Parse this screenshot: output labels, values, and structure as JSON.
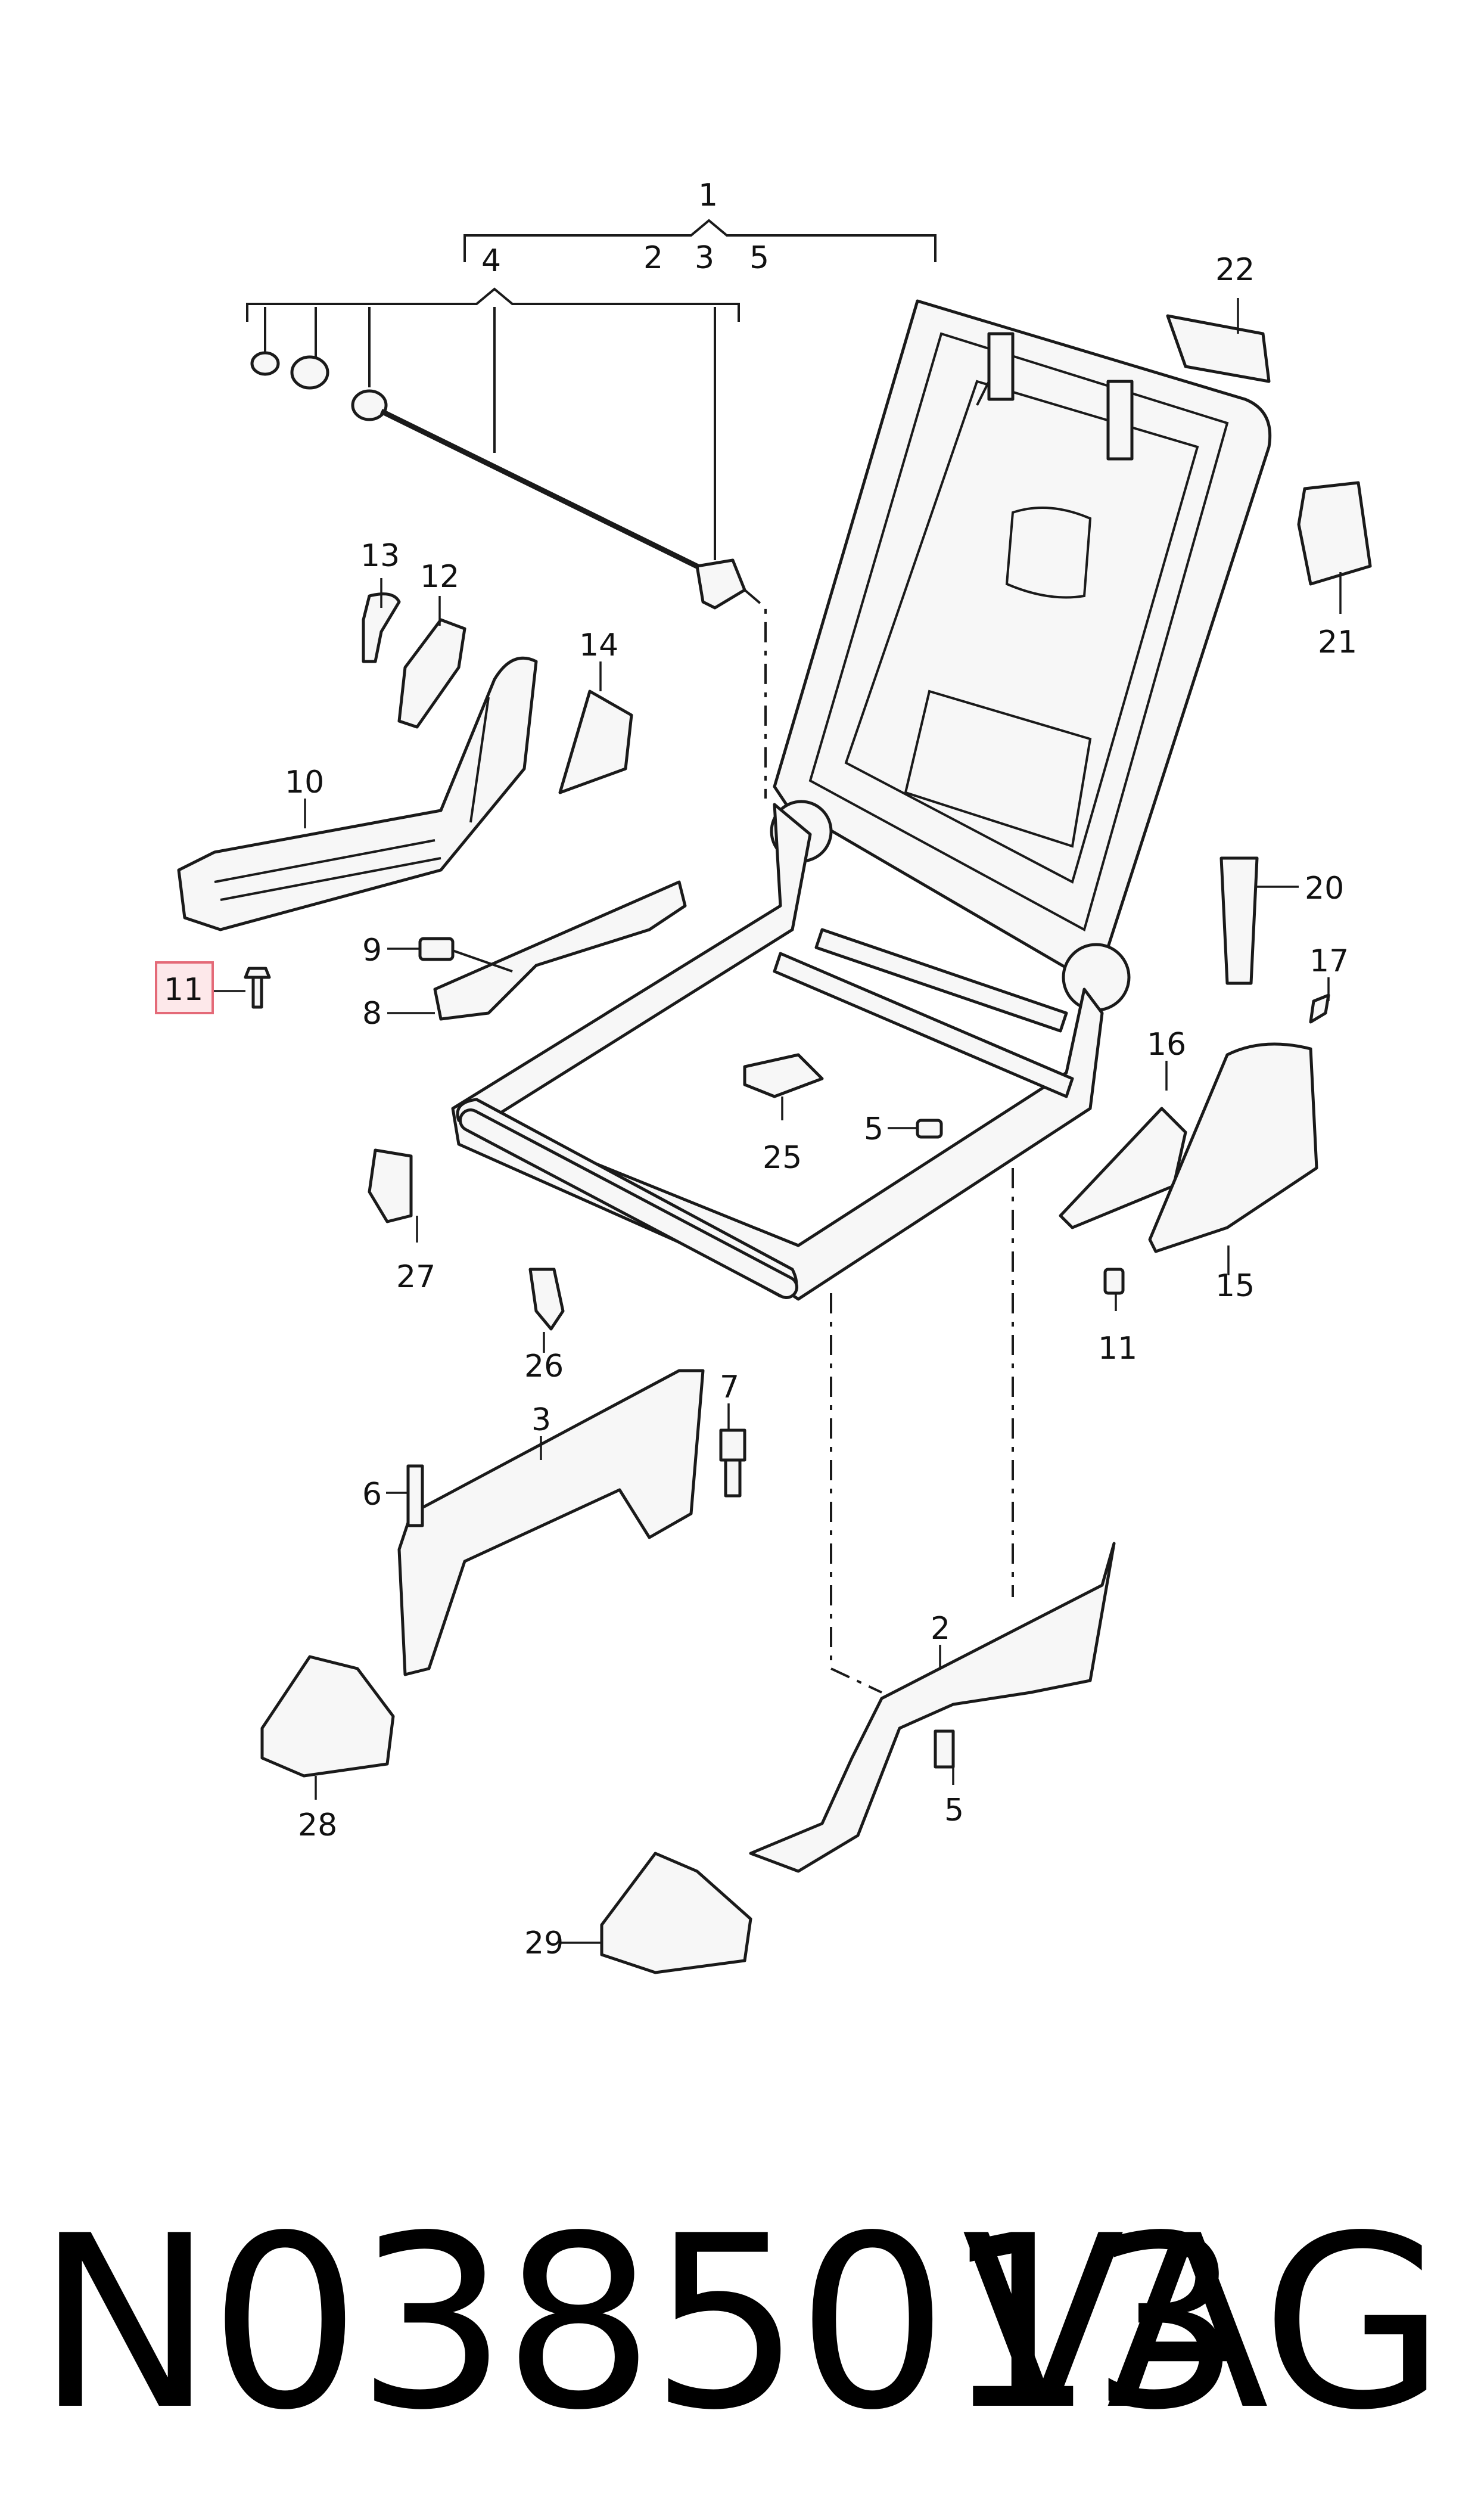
{
  "labels": {
    "l1": "1",
    "l2top": "2",
    "l3top": "3",
    "l5top": "5",
    "l4": "4",
    "l22": "22",
    "l21": "21",
    "l13": "13",
    "l12": "12",
    "l14": "14",
    "l10": "10",
    "l20": "20",
    "l17": "17",
    "l9": "9",
    "l11a": "11",
    "l8": "8",
    "l16": "16",
    "l5a": "5",
    "l25": "25",
    "l15": "15",
    "l27": "27",
    "l11b": "11",
    "l26": "26",
    "l7": "7",
    "l3": "3",
    "l6": "6",
    "l2": "2",
    "l5b": "5",
    "l28": "28",
    "l29": "29"
  },
  "highlight": {
    "part": "11"
  },
  "footer": {
    "part_number": "N0385013",
    "brand": "VAG"
  }
}
